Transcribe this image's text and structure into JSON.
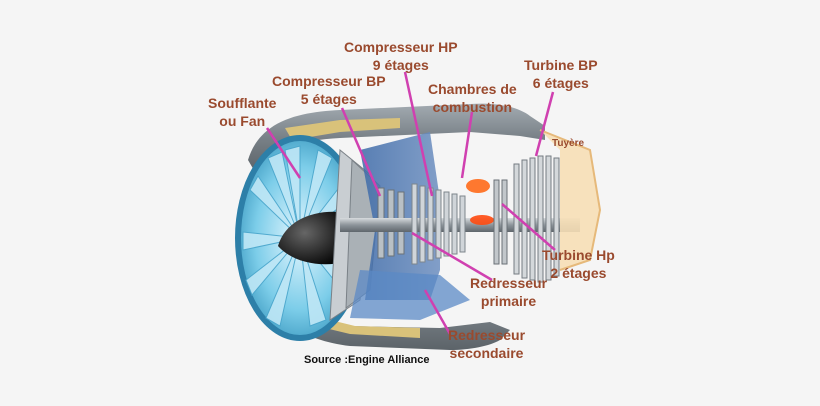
{
  "labels": {
    "soufflante": {
      "line1": "Soufflante",
      "line2": "ou Fan"
    },
    "compresseur_bp": {
      "line1": "Compresseur BP",
      "line2": "5 étages"
    },
    "compresseur_hp": {
      "line1": "Compresseur HP",
      "line2": "9 étages"
    },
    "chambres": {
      "line1": "Chambres de",
      "line2": "combustion"
    },
    "turbine_bp": {
      "line1": "Turbine BP",
      "line2": "6 étages"
    },
    "tuyere": {
      "line1": "Tuyère"
    },
    "turbine_hp": {
      "line1": "Turbine Hp",
      "line2": "2 étages"
    },
    "redresseur_primaire": {
      "line1": "Redresseur",
      "line2": "primaire"
    },
    "redresseur_secondaire": {
      "line1": "Redresseur",
      "line2": "secondaire"
    }
  },
  "source": "Source :Engine Alliance",
  "colors": {
    "label": "#9a4a2e",
    "leader": "#d040b0",
    "fan_blue": "#6fc7e8",
    "nacelle": "#8a949c",
    "flame": "#ff5a1a",
    "exhaust": "#f7dfb6"
  }
}
